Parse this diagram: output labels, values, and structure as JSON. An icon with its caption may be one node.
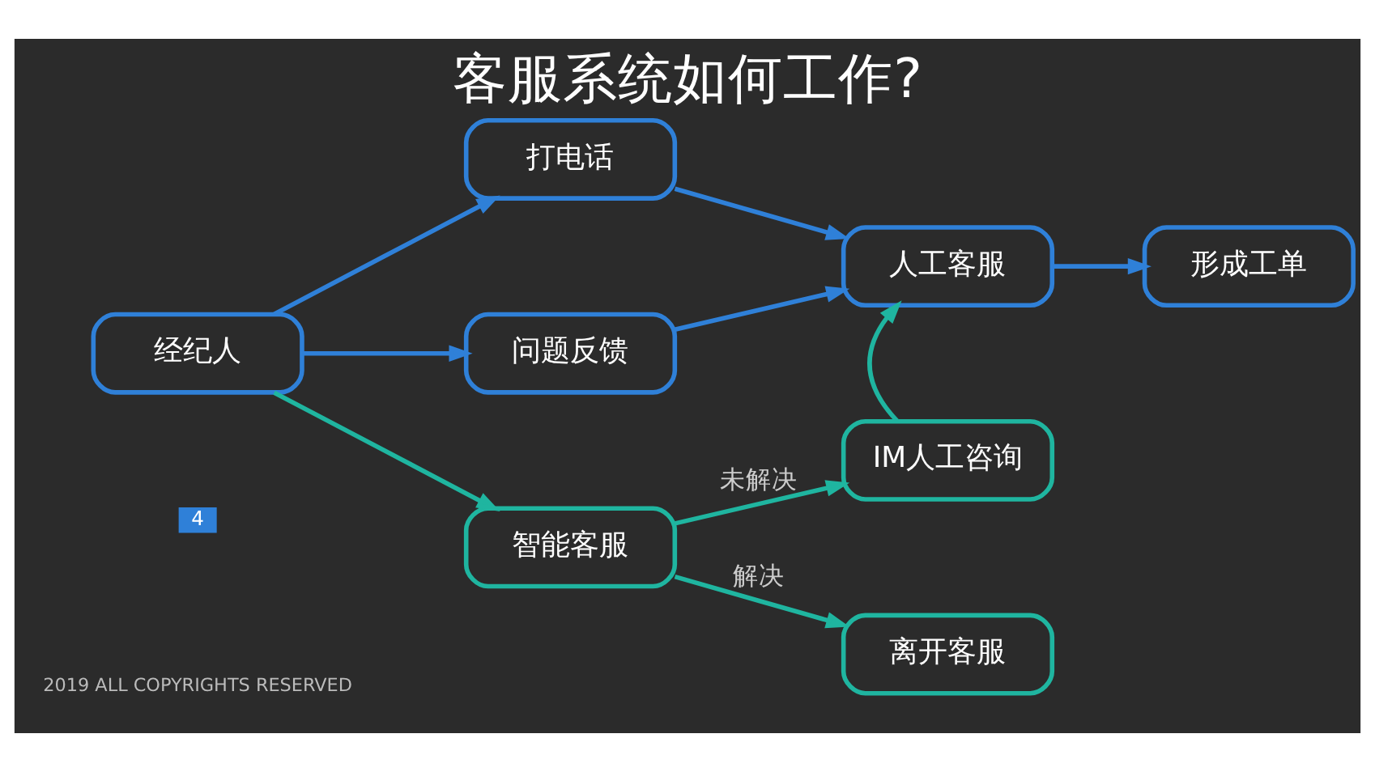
{
  "diagram": {
    "title": "客服系统如何工作?",
    "nodes": [
      {
        "text": [
          "经纪人"
        ]
      },
      {
        "text": [
          "打电话"
        ]
      },
      {
        "text": [
          "问题反馈"
        ]
      },
      {
        "text": [
          "人工客服"
        ]
      },
      {
        "text": [
          "形成工单"
        ]
      },
      {
        "text": [
          "智能客服"
        ]
      },
      {
        "text": [
          "IM人工咨询"
        ]
      },
      {
        "text": [
          "离开客服"
        ]
      }
    ],
    "edges": [
      {
        "from": 0,
        "to": 1,
        "arrow": "to"
      },
      {
        "from": 0,
        "to": 2,
        "arrow": "to"
      },
      {
        "from": 0,
        "to": 5,
        "arrow": "to",
        "color": "#1fb5a0"
      },
      {
        "from": 1,
        "to": 3,
        "arrow": "to"
      },
      {
        "from": 2,
        "to": 3,
        "arrow": "to"
      },
      {
        "from": 3,
        "to": 4,
        "arrow": "to"
      },
      {
        "from": 5,
        "to": 6,
        "arrow": "to",
        "label": "未解决",
        "color": "#1fb5a0"
      },
      {
        "from": 6,
        "to": 3,
        "arrow": "to",
        "color": "#1fb5a0"
      },
      {
        "from": 5,
        "to": 7,
        "arrow": "to",
        "label": "解决",
        "color": "#1fb5a0"
      }
    ],
    "labels": [
      "4",
      "2019 ALL COPYRIGHTS RESERVED"
    ]
  }
}
